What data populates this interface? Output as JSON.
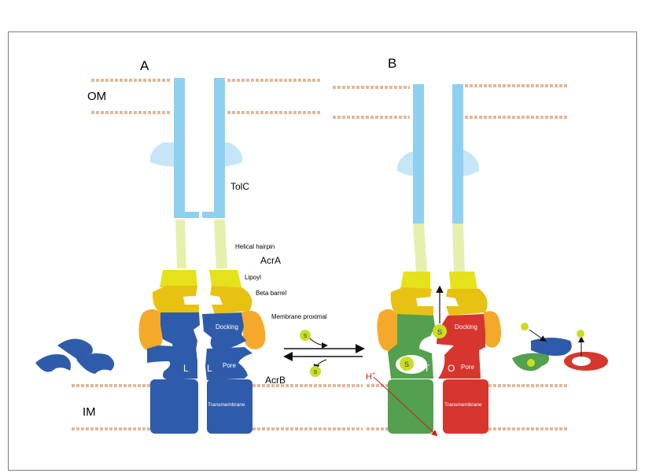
{
  "panels": {
    "a": "A",
    "b": "B"
  },
  "membranes": {
    "outer": "OM",
    "inner": "IM"
  },
  "labels": {
    "tolc": "TolC",
    "helical_hairpin": "Helical hairpin",
    "acra": "AcrA",
    "lipoyl": "Lipoyl",
    "beta_barrel": "Beta barrel",
    "membrane_proximal": "Membrane proximal",
    "docking": "Docking",
    "pore": "Pore",
    "acrb": "AcrB",
    "transmembrane": "Transmembrane",
    "proton": "H",
    "proton_charge": "+"
  },
  "states": {
    "loose": "L",
    "tight": "T",
    "open": "O"
  },
  "substrate": "S",
  "colors": {
    "tolc": "#8fd0f0",
    "tolc_light": "#c6e6f8",
    "hairpin": "#e6efae",
    "lipoyl": "#e5e21c",
    "beta_barrel": "#e8c213",
    "membrane_proximal": "#f5a92b",
    "acrb_loose": "#2f5caa",
    "acrb_tight": "#53a04f",
    "acrb_open": "#d6362e",
    "substrate": "#c9dd26",
    "membrane": "#e3b79a",
    "proton_arrow": "#cc1f1f"
  }
}
